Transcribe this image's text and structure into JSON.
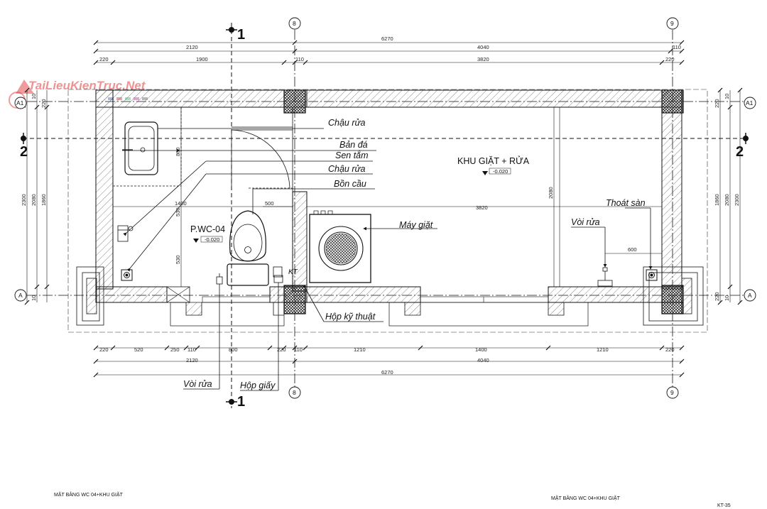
{
  "watermark": "TaiLieuKienTruc.Net",
  "titles": {
    "left": "MẶT BẰNG WC 04+KHU GIẶT",
    "right": "MẶT BẰNG WC 04+KHU GIẶT",
    "sheet": "KT-35"
  },
  "axes": {
    "grid_8": "8",
    "grid_9": "9",
    "grid_A1": "A1",
    "grid_A": "A"
  },
  "sections": {
    "s1": "1",
    "s2": "2"
  },
  "rooms": {
    "wc_name": "P.WC-04",
    "wc_level": "-0.020",
    "laundry_name": "KHU GIẶT + RỬA",
    "laundry_level": "-0.020"
  },
  "labels": {
    "chau_rua_1": "Chậu rửa",
    "ban_da": "Bản đá",
    "sen_tam": "Sen tắm",
    "chau_rua_2": "Chậu rửa",
    "bon_cau": "Bồn cầu",
    "may_giat": "Máy giặt",
    "thoat_san": "Thoát sàn",
    "voi_rua_right": "Vòi rửa",
    "hop_ky_thuat": "Hộp kỹ thuật",
    "voi_rua_bottom": "Vòi rửa",
    "hop_giay": "Hộp giấy",
    "kt_tag": "KT"
  },
  "dims": {
    "top_total": "6270",
    "top_left": "2120",
    "top_right": "4040",
    "top_a": "220",
    "top_b": "1900",
    "top_c": "110",
    "top_d": "3820",
    "top_e": "220",
    "top_f": "110",
    "bot_total": "6270",
    "bot_left": "2120",
    "bot_right": "4040",
    "bot_a": "220",
    "bot_b": "520",
    "bot_c": "250",
    "bot_d": "110",
    "bot_e": "800",
    "bot_f": "220",
    "bot_g": "110",
    "bot_h": "1210",
    "bot_i": "1400",
    "bot_j": "1210",
    "bot_k": "220",
    "left_a": "220",
    "left_b": "2300",
    "left_c": "2080",
    "left_d": "1860",
    "left_e": "220",
    "left_f": "10",
    "left_g": "10",
    "right_a": "220",
    "right_b": "1860",
    "right_c": "2080",
    "right_d": "2300",
    "right_e": "220",
    "right_f": "10",
    "right_g": "10",
    "in_800": "800",
    "in_1400": "1400",
    "in_530a": "530",
    "in_530b": "530",
    "in_500": "500",
    "in_3820": "3820",
    "in_2080": "2080",
    "in_600": "600"
  }
}
